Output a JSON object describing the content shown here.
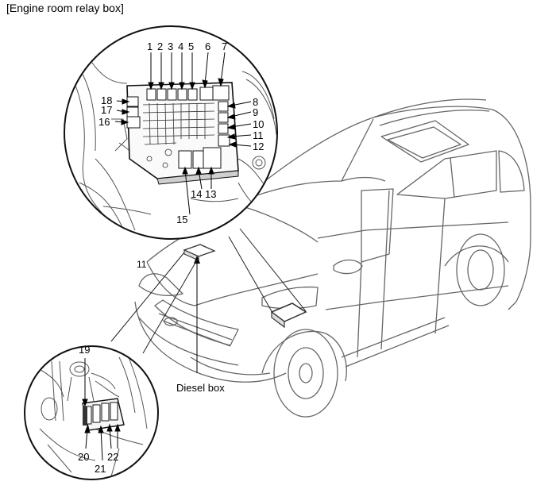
{
  "title": "[Engine room relay box]",
  "diesel_box_label": "Diesel box",
  "vehicle_number": "11",
  "callouts": {
    "c1": "1",
    "c2": "2",
    "c3": "3",
    "c4": "4",
    "c5": "5",
    "c6": "6",
    "c7": "7",
    "c8": "8",
    "c9": "9",
    "c10": "10",
    "c11": "11",
    "c12": "12",
    "c13": "13",
    "c14": "14",
    "c15": "15",
    "c16": "16",
    "c17": "17",
    "c18": "18",
    "c19": "19",
    "c20": "20",
    "c21": "21",
    "c22": "22"
  }
}
